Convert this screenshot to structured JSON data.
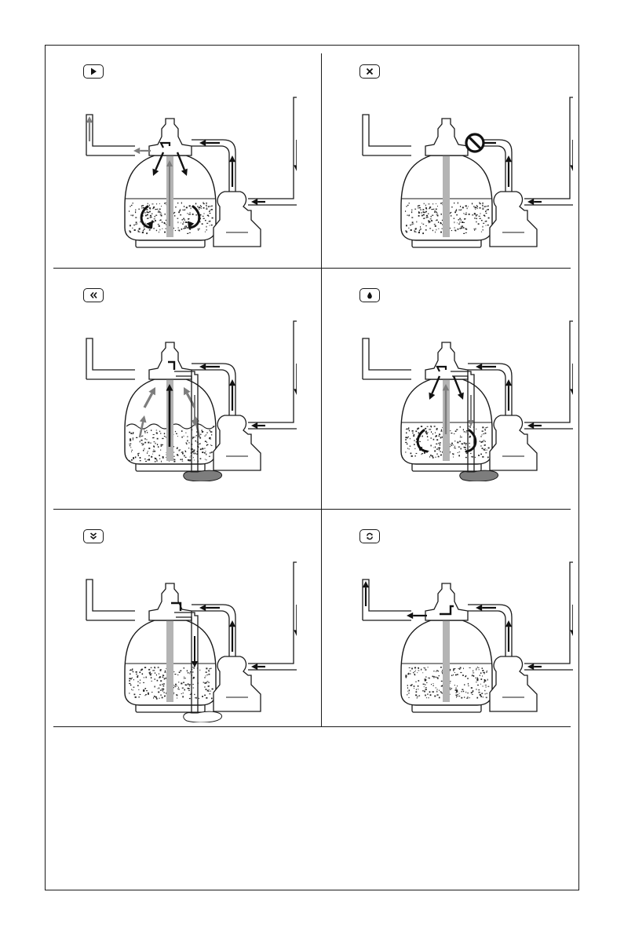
{
  "colors": {
    "line": "#1a1a1a",
    "pipe_fill": "#ffffff",
    "standpipe": "#b4b4b4",
    "grey_arrow": "#7d7d7d",
    "black_arrow": "#111111",
    "waste_puddle": "#7d7d7d"
  },
  "panels": [
    {
      "id": "filter",
      "icon": "play-icon",
      "state": "filter"
    },
    {
      "id": "closed",
      "icon": "close-icon",
      "state": "closed"
    },
    {
      "id": "backwash",
      "icon": "backwash-icon",
      "state": "backwash"
    },
    {
      "id": "rinse",
      "icon": "water-drop-icon",
      "state": "rinse"
    },
    {
      "id": "waste",
      "icon": "waste-icon",
      "state": "waste"
    },
    {
      "id": "recirculate",
      "icon": "recirculate-icon",
      "state": "recirculate"
    }
  ]
}
